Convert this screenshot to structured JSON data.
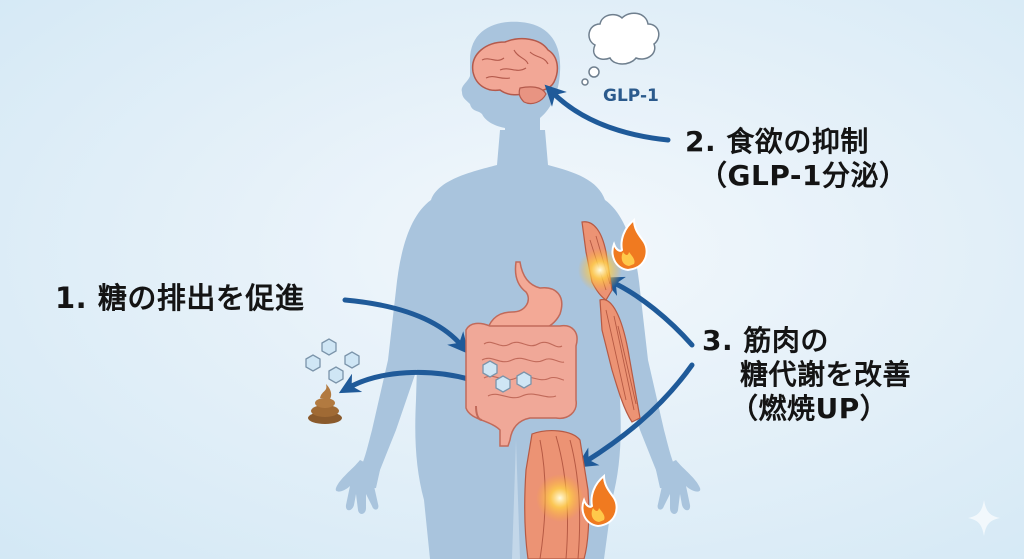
{
  "diagram": {
    "title": "",
    "colors": {
      "background": "#dbeaf6",
      "body_silhouette": "#a9c4dd",
      "arrow": "#1f5a99",
      "organ": "#f0a898",
      "muscle": "#e98a6e",
      "flame": "#f07a20",
      "text": "#141414",
      "glp_label": "#2b5a8c"
    },
    "labels": {
      "item1": {
        "number": "1.",
        "text": "糖の排出を促進"
      },
      "item2": {
        "number": "2.",
        "text": "食欲の抑制",
        "sub": "（GLP-1分泌）"
      },
      "item3": {
        "number": "3.",
        "line1": "筋肉の",
        "line2": "糖代謝を改善",
        "line3": "（燃焼UP）"
      }
    },
    "thought_bubble": {
      "label": "GLP-1"
    },
    "icons": [
      "brain-icon",
      "thought-bubble-icon",
      "stomach-icon",
      "intestine-icon",
      "glucose-hexagon-icon",
      "poop-icon",
      "arm-muscle-icon",
      "thigh-muscle-icon",
      "flame-icon",
      "sparkle-icon"
    ]
  }
}
